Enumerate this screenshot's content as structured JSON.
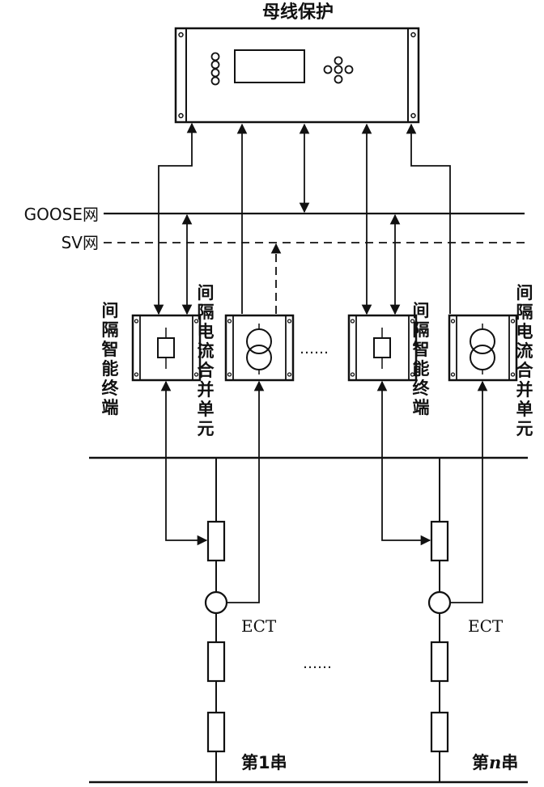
{
  "title": "母线保护",
  "goose_label": "GOOSE网",
  "sv_label": "SV网",
  "units": {
    "terminal_left": "间隔智能终端",
    "merging_left": "间隔电流合并单元",
    "terminal_right": "间隔智能终端",
    "merging_right": "间隔电流合并单元"
  },
  "ellipsis_mid": "……",
  "ellipsis_bottom": "……",
  "ect_left": "ECT",
  "ect_right": "ECT",
  "string_left": "第1串",
  "string_right_prefix": "第",
  "string_right_n": "n",
  "string_right_suffix": "串",
  "colors": {
    "line": "#111111",
    "background": "#ffffff"
  }
}
